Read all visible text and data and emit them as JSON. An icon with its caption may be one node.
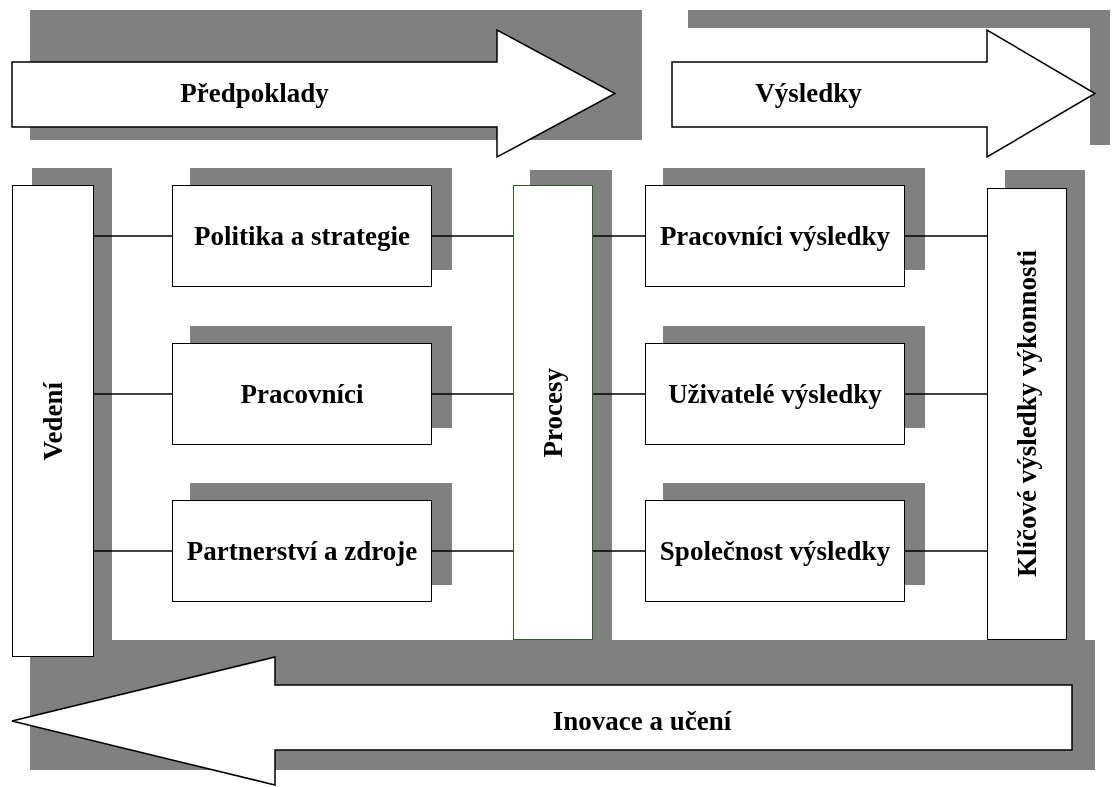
{
  "diagram": {
    "nodes": [
      {
        "text": [
          "Předpoklady"
        ]
      },
      {
        "text": [
          "Výsledky"
        ]
      },
      {
        "text": [
          "Vedení"
        ]
      },
      {
        "text": [
          "Politika a strategie"
        ]
      },
      {
        "text": [
          "Pracovníci"
        ]
      },
      {
        "text": [
          "Partnerství a zdroje"
        ]
      },
      {
        "text": [
          "Procesy"
        ]
      },
      {
        "text": [
          "Pracovníci výsledky"
        ]
      },
      {
        "text": [
          "Uživatelé výsledky"
        ]
      },
      {
        "text": [
          "Společnost výsledky"
        ]
      },
      {
        "text": [
          "Klíčové výsledky výkonnosti"
        ]
      },
      {
        "text": [
          "Inovace a učení"
        ]
      }
    ],
    "edges": [
      {
        "from": 2,
        "to": 3,
        "arrow": "none"
      },
      {
        "from": 2,
        "to": 4,
        "arrow": "none"
      },
      {
        "from": 2,
        "to": 5,
        "arrow": "none"
      },
      {
        "from": 3,
        "to": 6,
        "arrow": "none"
      },
      {
        "from": 4,
        "to": 6,
        "arrow": "none"
      },
      {
        "from": 5,
        "to": 6,
        "arrow": "none"
      },
      {
        "from": 6,
        "to": 7,
        "arrow": "none"
      },
      {
        "from": 6,
        "to": 8,
        "arrow": "none"
      },
      {
        "from": 6,
        "to": 9,
        "arrow": "none"
      },
      {
        "from": 7,
        "to": 10,
        "arrow": "none"
      },
      {
        "from": 8,
        "to": 10,
        "arrow": "none"
      },
      {
        "from": 9,
        "to": 10,
        "arrow": "none"
      }
    ]
  }
}
